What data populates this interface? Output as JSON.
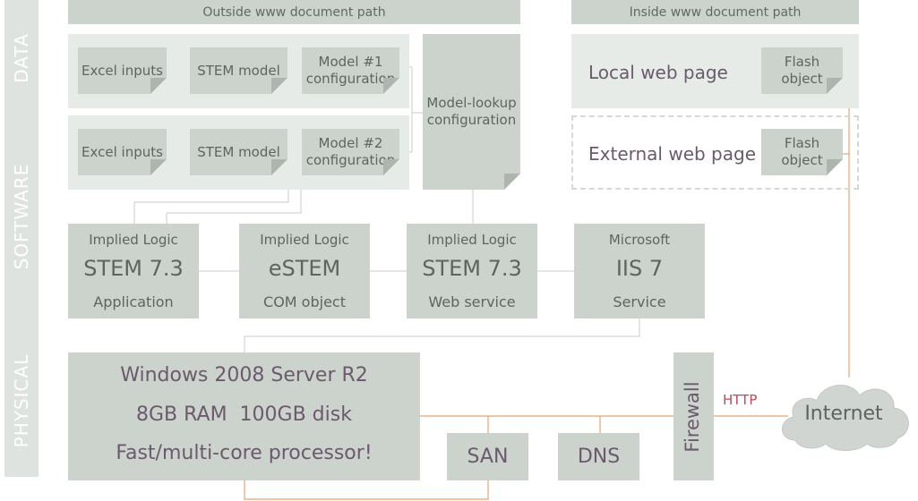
{
  "layers": {
    "data": "DATA",
    "software": "SOFTWARE",
    "physical": "PHYSICAL"
  },
  "headers": {
    "outside": "Outside www document path",
    "inside": "Inside www document path"
  },
  "data_layer": {
    "row1": {
      "excel": "Excel inputs",
      "stem": "STEM model",
      "config": "Model #1\nconfiguration"
    },
    "row2": {
      "excel": "Excel inputs",
      "stem": "STEM model",
      "config": "Model #2\nconfiguration"
    },
    "lookup": "Model-lookup\nconfiguration",
    "local_page": "Local web page",
    "external_page": "External web page",
    "flash1": "Flash\nobject",
    "flash2": "Flash\nobject"
  },
  "software": [
    {
      "top": "Implied Logic",
      "main": "STEM 7.3",
      "bottom": "Application"
    },
    {
      "top": "Implied Logic",
      "main": "eSTEM",
      "bottom": "COM object"
    },
    {
      "top": "Implied Logic",
      "main": "STEM 7.3",
      "bottom": "Web service"
    },
    {
      "top": "Microsoft",
      "main": "IIS 7",
      "bottom": "Service"
    }
  ],
  "physical": {
    "server_lines": [
      "Windows 2008 Server R2",
      "8GB RAM  100GB disk",
      "Fast/multi-core processor!"
    ],
    "san": "SAN",
    "dns": "DNS",
    "firewall": "Firewall",
    "http": "HTTP",
    "internet": "Internet"
  },
  "colors": {
    "tile": "#ccd2cc",
    "panel": "#e6ebe8",
    "band": "#dfe3df",
    "line": "#c9cec9",
    "network": "#e8a36e",
    "http": "#c04a5a"
  }
}
